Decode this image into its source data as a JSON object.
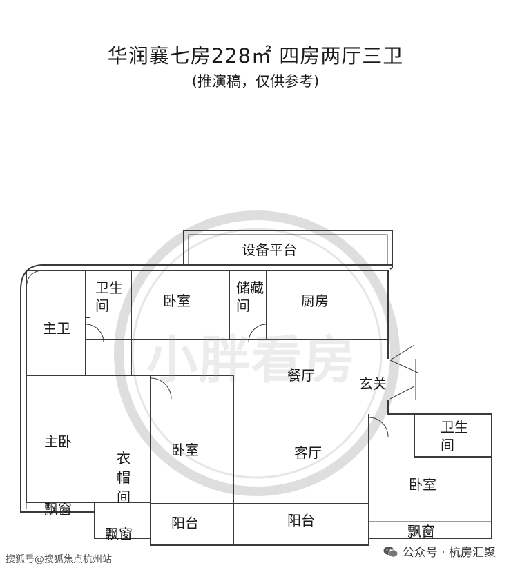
{
  "title": "华润襄七房228㎡ 四房两厅三卫",
  "subtitle": "(推演稿，仅供参考)",
  "rooms": {
    "equipment_platform": "设备平台",
    "master_bath": "主卫",
    "bathroom_1": "卫生间",
    "bedroom_top": "卧室",
    "storage": "储藏间",
    "kitchen": "厨房",
    "dining": "餐厅",
    "entrance": "玄关",
    "master_bedroom": "主卧",
    "cloakroom": "衣帽间",
    "bedroom_mid": "卧室",
    "living": "客厅",
    "bathroom_2": "卫生间",
    "bedroom_right": "卧室",
    "bay_window_1": "飘窗",
    "bay_window_2": "飘窗",
    "bay_window_3": "飘窗",
    "balcony_1": "阳台",
    "balcony_2": "阳台"
  },
  "watermark": "小胖看房",
  "footer_left": "搜狐号@搜狐焦点杭州站",
  "footer_right": "公众号 · 杭房汇聚",
  "colors": {
    "wall": "#3a3a3a",
    "watermark": "#d6d6d6"
  }
}
